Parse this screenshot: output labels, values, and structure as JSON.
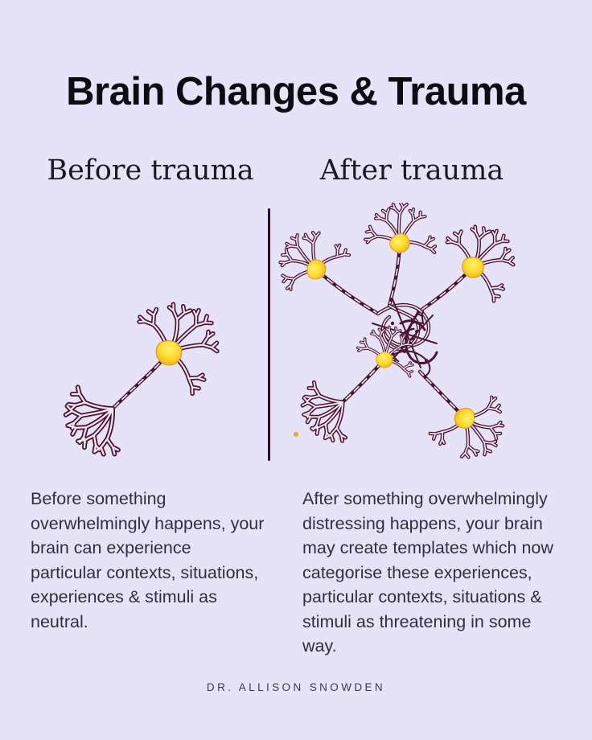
{
  "title": {
    "text": "Brain Changes & Trauma"
  },
  "columns": {
    "before": {
      "heading": "Before trauma",
      "body": "Before something\noverwhelmingly happens, your\nbrain can experience\nparticular contexts, situations,\nexperiences & stimuli as\nneutral."
    },
    "after": {
      "heading": "After trauma",
      "body": "After something overwhelmingly\ndistressing happens, your brain\nmay create templates which now\ncategorise these experiences,\nparticular contexts, situations &\nstimuli as threatening in some\nway."
    }
  },
  "footer": {
    "author": "DR. ALLISON SNOWDEN"
  },
  "theme": {
    "background": "#e6e3f8",
    "title_color": "#0d0c12",
    "heading_color": "#1b1a22",
    "body_color": "#312f3b",
    "footer_color": "#3b3946",
    "divider_color": "#30101f",
    "neuron_outline": "#4a1631",
    "neuron_inner": "#f2e7f3",
    "soma_yellow": "#ffd92e",
    "soma_edge": "#dd9b1d"
  },
  "illustrations": {
    "before_alt": "single neuron illustration",
    "after_alt": "five interconnected neurons with tangled synapses illustration"
  }
}
